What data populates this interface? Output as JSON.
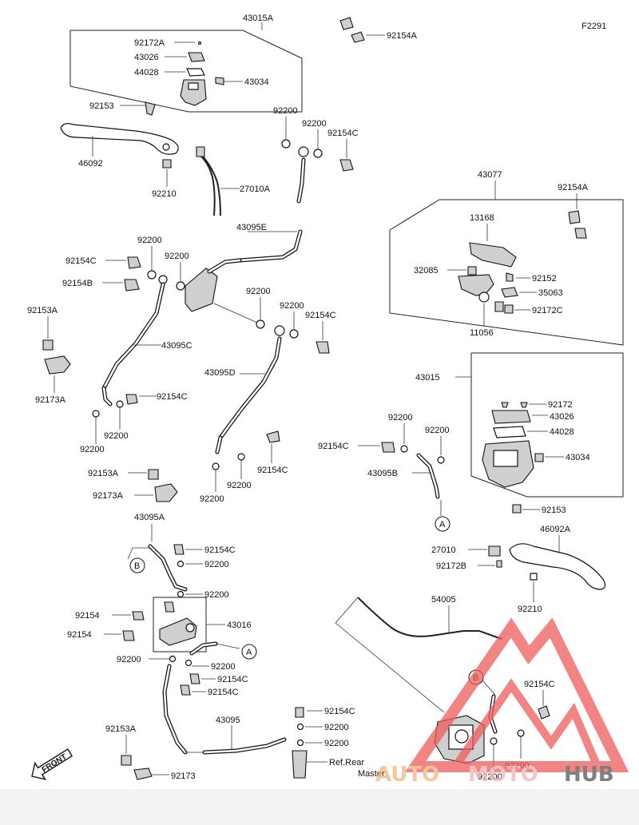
{
  "figure_code": "F2291",
  "labels": {
    "l_43015A": "43015A",
    "l_92172A": "92172A",
    "l_43026a": "43026",
    "l_44028a": "44028",
    "l_43034a": "43034",
    "l_92154A_top": "92154A",
    "l_92153_top": "92153",
    "l_46092": "46092",
    "l_92210a": "92210",
    "l_27010A": "27010A",
    "l_92200_a": "92200",
    "l_92200_b": "92200",
    "l_92154C_a": "92154C",
    "l_43095E": "43095E",
    "l_92200_c": "92200",
    "l_92200_d": "92200",
    "l_92154C_b": "92154C",
    "l_92154B": "92154B",
    "l_92200_e": "92200",
    "l_92200_f": "92200",
    "l_92154C_c": "92154C",
    "l_92153A_a": "92153A",
    "l_43095C": "43095C",
    "l_43095D": "43095D",
    "l_92173A_a": "92173A",
    "l_92154C_d": "92154C",
    "l_92200_g": "92200",
    "l_92200_h": "92200",
    "l_92154C_e": "92154C",
    "l_92200_i": "92200",
    "l_92200_j": "92200",
    "l_92153A_b": "92153A",
    "l_92173A_b": "92173A",
    "l_43077": "43077",
    "l_92154A_r": "92154A",
    "l_13168": "13168",
    "l_32085": "32085",
    "l_92152": "92152",
    "l_35063": "35063",
    "l_92172C": "92172C",
    "l_11056": "11056",
    "l_43015": "43015",
    "l_92172": "92172",
    "l_43026b": "43026",
    "l_44028b": "44028",
    "l_43034b": "43034",
    "l_92200_k": "92200",
    "l_92200_l": "92200",
    "l_92154C_f": "92154C",
    "l_43095B": "43095B",
    "l_92153_r": "92153",
    "l_46092A": "46092A",
    "l_27010": "27010",
    "l_92172B": "92172B",
    "l_92210b": "92210",
    "l_43095A": "43095A",
    "l_92154C_g": "92154C",
    "l_92200_m": "92200",
    "l_92200_n": "92200",
    "l_92154_a": "92154",
    "l_43016": "43016",
    "l_92154_b": "92154",
    "l_92200_o": "92200",
    "l_92200_p": "92200",
    "l_92154C_h": "92154C",
    "l_92154C_i": "92154C",
    "l_54005": "54005",
    "l_92154C_j": "92154C",
    "l_43095": "43095",
    "l_92154C_k": "92154C",
    "l_92200_q": "92200",
    "l_92200_r": "92200",
    "l_ref_rear": "Ref.Rear",
    "l_master": "Master",
    "l_92153A_c": "92153A",
    "l_92173": "92173",
    "l_92200_s": "92200",
    "l_92200_t": "92200"
  },
  "callouts": {
    "a1": "A",
    "a2": "A",
    "b1": "B",
    "b2": "B"
  },
  "front_marker": "FRONT",
  "watermark": {
    "auto": "AUTO",
    "moto": "MOTO",
    "hub": "HUB",
    "colors": {
      "auto": "#f4b37e",
      "moto": "#f1b3b3",
      "hub": "#555555",
      "logo": "#ee5b5b"
    }
  }
}
